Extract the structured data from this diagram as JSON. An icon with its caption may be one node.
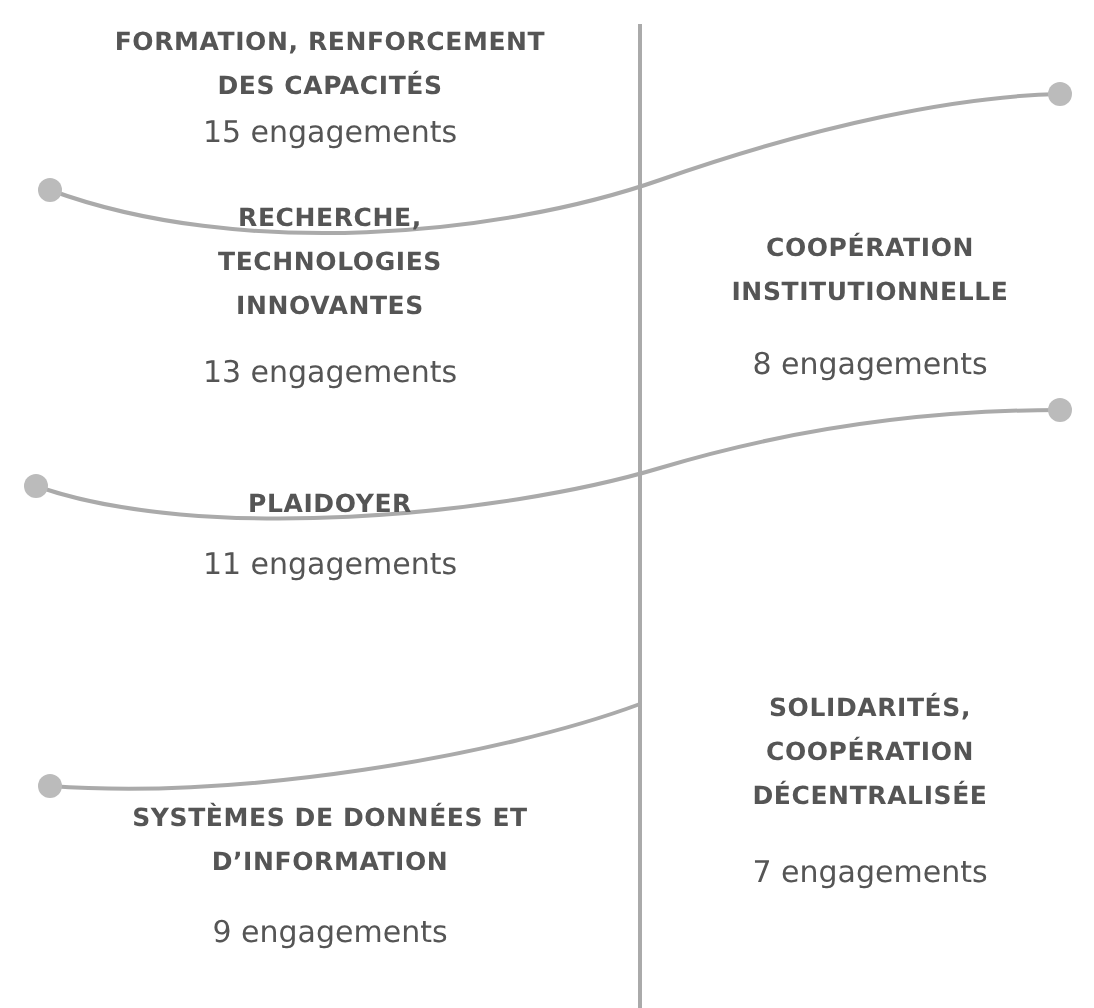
{
  "diagram": {
    "labels": [
      "FORMATION, RENFORCEMENT DES CAPACITÉS",
      "15 engagements",
      "RECHERCHE, TECHNOLOGIES INNOVANTES",
      "13 engagements",
      "PLAIDOYER",
      "11 engagements",
      "SYSTÈMES DE DONNÉES ET D’INFORMATION",
      "9 engagements",
      "COOPÉRATION INSTITUTIONNELLE",
      "8 engagements",
      "SOLIDARITÉS, COOPÉRATION DÉCENTRALISÉE",
      "7 engagements"
    ]
  }
}
